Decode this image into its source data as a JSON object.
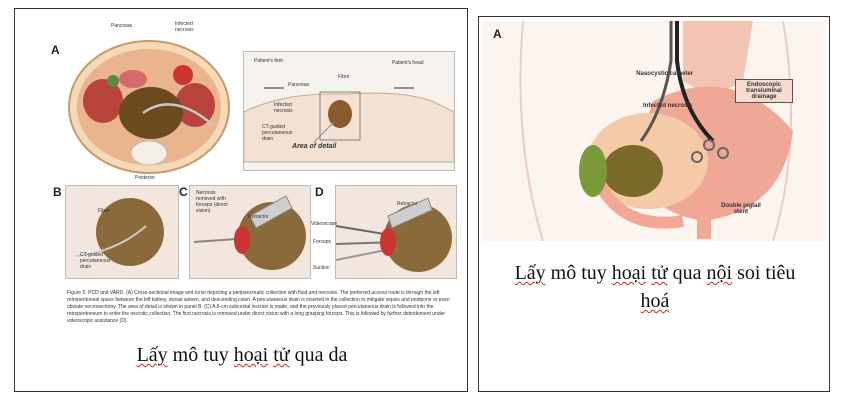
{
  "left_panel": {
    "figure_a": {
      "letter": "A",
      "labels": {
        "pancreas": "Pancreas",
        "infected_necrosis": "Infected necrosis",
        "posterior": "Posterior",
        "patients_feet": "Patient's feet",
        "patients_head": "Patient's head",
        "pancreas2": "Pancreas",
        "fibre": "Fibre",
        "infected_necrosis2": "Infected necrosis",
        "ct_guided_drain": "CT-guided percutaneous drain",
        "area_of_detail": "Area of detail"
      }
    },
    "figure_b": {
      "letter": "B",
      "labels": {
        "fibre": "Fibre",
        "ct_drain": "CT-guided percutaneous drain"
      }
    },
    "figure_c": {
      "letter": "C",
      "labels": {
        "necrosis_removed": "Necrosis removed with forceps (direct vision)",
        "retractor": "Retractor"
      }
    },
    "figure_d": {
      "letter": "D",
      "labels": {
        "videoscope": "Videoscope",
        "forceps": "Forceps",
        "suction": "Suction",
        "retractor": "Retractor"
      }
    },
    "figure_caption": "Figure 5. PCD and VARD. (A) Cross-sectional image and torso depicting a peripancreatic collection with fluid and necrosis. The preferred access route is through the left retroperitoneal space between the left kidney, dorsal spleen, and descending colon. A percutaneous drain is inserted in the collection to mitigate sepsis and postpone or even obviate necrosectomy. The area of detail is shown in panel B. (C) A 5-cm subcostal incision is made, and the previously placed percutaneous drain is followed into the retroperitoneum to enter the necrotic collection. The first necrosis is removed under direct vision with a long grasping forceps. This is followed by further debridement under videoscopic assistance (D).",
    "main_caption_parts": [
      "Lấy",
      " mô tuy ",
      "hoại",
      " ",
      "tử",
      " qua da"
    ]
  },
  "right_panel": {
    "letter": "A",
    "labels": {
      "nasocystic_catheter": "Nasocystic catheter",
      "infected_necrosis": "Infected necrosis",
      "endoscopic_drainage": "Endoscopic transluminal drainage",
      "double_pigtail": "Double pigtail stent"
    },
    "main_caption_line1_parts": [
      "Lấy",
      " mô tuy ",
      "hoại",
      " ",
      "tử",
      " qua ",
      "nội",
      " soi tiêu"
    ],
    "main_caption_line2": "hoá"
  },
  "colors": {
    "border": "#333333",
    "squiggle": "#dd2222",
    "tissue_pink": "#f2b8a8",
    "necrosis_brown": "#6b4a1e",
    "panel_bg": "#f3e6dc"
  }
}
